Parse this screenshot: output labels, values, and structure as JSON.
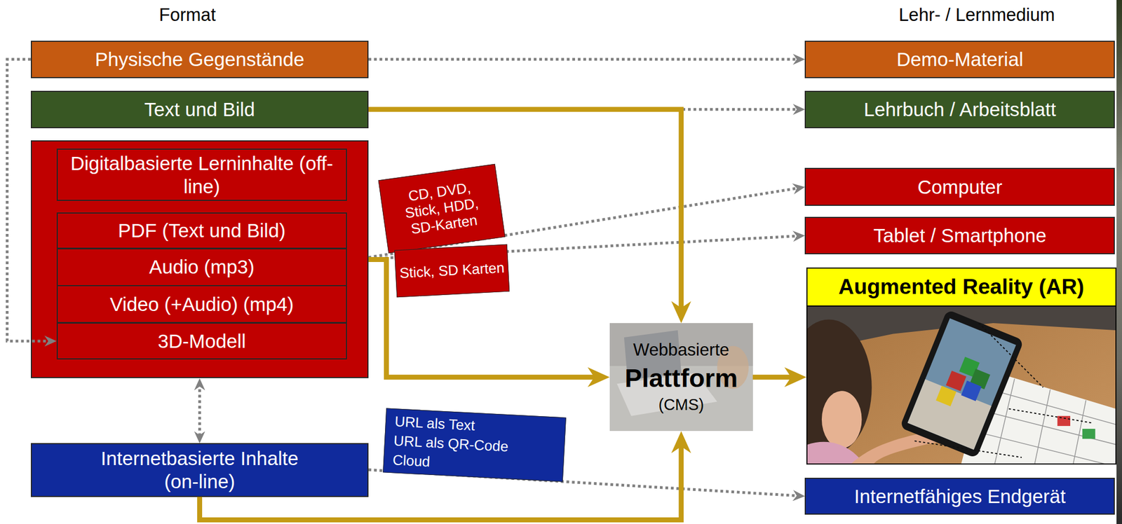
{
  "diagram": {
    "nodes": [
      {
        "text": [
          "Physische Gegenstände"
        ]
      },
      {
        "text": [
          "Text und Bild"
        ]
      },
      {
        "text": []
      },
      {
        "text": [
          "Digitalbasierte Lerninhalte (off-line)"
        ],
        "in": 2
      },
      {
        "text": [
          "PDF (Text und Bild)"
        ],
        "in": 2
      },
      {
        "text": [
          "Audio (mp3)"
        ],
        "in": 2
      },
      {
        "text": [
          "Video (+Audio) (mp4)"
        ],
        "in": 2
      },
      {
        "text": [
          "3D-Modell"
        ],
        "in": 2
      },
      {
        "text": [
          "CD, DVD, Stick, HDD, SD-Karten"
        ]
      },
      {
        "text": [
          "Stick, SD Karten"
        ]
      },
      {
        "text": [
          "Internetbasierte Inhalte (on-line)"
        ]
      },
      {
        "text": [
          "URL als Text",
          "URL als QR-Code",
          "Cloud"
        ]
      },
      {
        "text": [
          "Webbasierte",
          "Plattform",
          "(CMS)"
        ]
      },
      {
        "text": [
          "Demo-Material"
        ]
      },
      {
        "text": [
          "Lehrbuch / Arbeitsblatt"
        ]
      },
      {
        "text": [
          "Computer"
        ]
      },
      {
        "text": [
          "Tablet / Smartphone"
        ]
      },
      {
        "text": [
          "Augmented Reality (AR)"
        ]
      },
      {
        "text": [
          "Internetfähiges Endgerät"
        ]
      }
    ],
    "edges": [
      {
        "from": 0,
        "to": 13,
        "arrow": "to"
      },
      {
        "from": 0,
        "to": 7,
        "arrow": "to"
      },
      {
        "from": 1,
        "to": 14,
        "arrow": "to"
      },
      {
        "from": 1,
        "to": 12,
        "arrow": "to"
      },
      {
        "from": 2,
        "to": 15,
        "arrow": "to"
      },
      {
        "from": 2,
        "to": 16,
        "arrow": "to"
      },
      {
        "from": 2,
        "to": 12,
        "arrow": "to"
      },
      {
        "from": 2,
        "to": 10,
        "arrow": "both"
      },
      {
        "from": 10,
        "to": 18,
        "arrow": "to"
      },
      {
        "from": 10,
        "to": 12,
        "arrow": "to"
      },
      {
        "from": 12,
        "to": 17,
        "arrow": "to"
      }
    ],
    "labels": [
      "Format",
      "Lehr- / Lernmedium"
    ]
  }
}
